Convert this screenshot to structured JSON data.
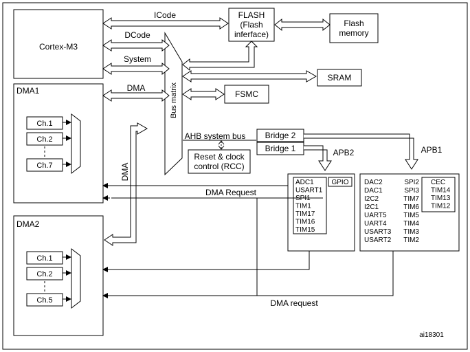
{
  "blocks": {
    "cortex": "Cortex-M3",
    "flash_lines": [
      "FLASH",
      "(Flash",
      "inferface)"
    ],
    "flash_memory_lines": [
      "Flash",
      "memory"
    ],
    "sram": "SRAM",
    "fsmc": "FSMC",
    "bus_matrix": "Bus matrix",
    "dma1": "DMA1",
    "dma2": "DMA2",
    "rcc_lines": [
      "Reset & clock",
      "control (RCC)"
    ],
    "bridge2": "Bridge  2",
    "bridge1": "Bridge  1",
    "gpio": "GPIO"
  },
  "buses": {
    "icode": "ICode",
    "dcode": "DCode",
    "system": "System",
    "dma": "DMA",
    "dma_vertical": "DMA",
    "ahb": "AHB system bus",
    "apb2": "APB2",
    "apb1": "APB1",
    "dma_request_upper": "DMA Request",
    "dma_request_lower": "DMA request"
  },
  "dma1_channels": [
    "Ch.1",
    "Ch.2",
    "Ch.7"
  ],
  "dma2_channels": [
    "Ch.1",
    "Ch.2",
    "Ch.5"
  ],
  "apb2_peripherals": [
    "ADC1",
    "USART1",
    "SPI1",
    "TIM1",
    "TIM17",
    "TIM16",
    "TIM15"
  ],
  "apb1_col1": [
    "DAC2",
    "DAC1",
    "I2C2",
    "I2C1",
    "UART5",
    "UART4",
    "USART3",
    "USART2"
  ],
  "apb1_col2": [
    "SPI2",
    "SPI3",
    "TIM7",
    "TIM6",
    "TIM5",
    "TIM4",
    "TIM3",
    "TIM2"
  ],
  "apb1_col3": [
    "CEC",
    "TIM14",
    "TIM13",
    "TIM12"
  ],
  "figure_id": "ai18301"
}
